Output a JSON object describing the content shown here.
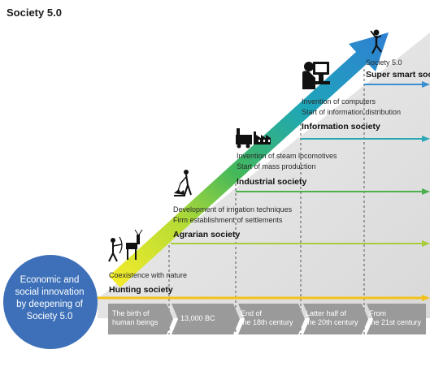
{
  "title": "Society 5.0",
  "circle": {
    "line1": "Economic and",
    "line2": "social innovation",
    "line3": "by deepening of",
    "line4": "Society 5.0"
  },
  "societies": [
    {
      "name": "Hunting society",
      "line1": "Coexistence with nature",
      "line2": "",
      "color": "#f2c21a"
    },
    {
      "name": "Agrarian society",
      "line1": "Development of irrigation techniques",
      "line2": "Firm establishment of settlements",
      "color": "#a9cc3a"
    },
    {
      "name": "Industrial society",
      "line1": "Invention of steam locomotives",
      "line2": "Start of mass production",
      "color": "#4cb04f"
    },
    {
      "name": "Information society",
      "line1": "Invention of computers",
      "line2": "Start of information distribution",
      "color": "#2aa7b5"
    },
    {
      "name": "Super smart society",
      "line1": "Society 5.0",
      "line2": "",
      "color": "#3a8fd0"
    }
  ],
  "eras": [
    {
      "line1": "The birth of",
      "line2": "human beings"
    },
    {
      "line1": "13,000 BC",
      "line2": ""
    },
    {
      "line1": "End of",
      "line2": "the 18th century"
    },
    {
      "line1": "Latter half of",
      "line2": "the 20th century"
    },
    {
      "line1": "From",
      "line2": "the 21st century"
    }
  ],
  "icons": [
    "hunter-deer-icon",
    "farmer-icon",
    "factory-train-icon",
    "computer-user-icon",
    "celebrating-person-icon"
  ]
}
